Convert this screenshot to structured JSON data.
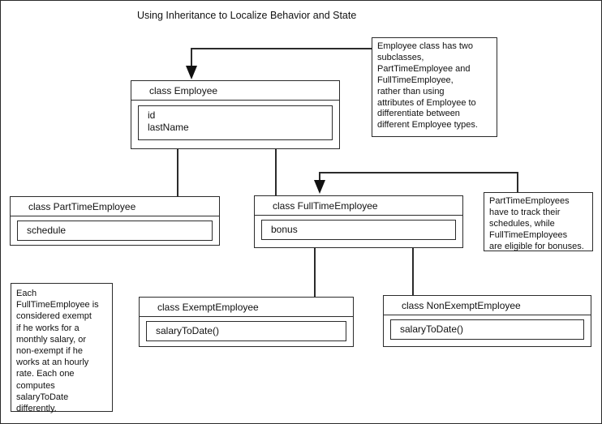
{
  "diagram": {
    "title": "Using Inheritance to Localize Behavior and State",
    "classes": {
      "employee": {
        "label": "class Employee",
        "attributes": "id\nlastName"
      },
      "part_time": {
        "label": "class PartTimeEmployee",
        "attributes": "schedule"
      },
      "full_time": {
        "label": "class FullTimeEmployee",
        "attributes": "bonus"
      },
      "exempt": {
        "label": "class ExemptEmployee",
        "attributes": "salaryToDate()"
      },
      "non_exempt": {
        "label": "class NonExemptEmployee",
        "attributes": "salaryToDate()"
      }
    },
    "annotations": {
      "subclasses_note": "Employee class has two\nsubclasses,\nPartTimeEmployee and\nFullTimeEmployee,\nrather than using\nattributes of Employee to\ndifferentiate between\ndifferent Employee types.",
      "schedules_note": "PartTimeEmployees\nhave to track their\nschedules, while\nFullTimeEmployees\nare eligible for bonuses.",
      "exempt_note": "Each\nFullTimeEmployee is\nconsidered exempt\nif he works for a\nmonthly salary, or\nnon-exempt if he\nworks at an hourly\nrate. Each one\ncomputes\nsalaryToDate\ndifferently."
    },
    "icons": {
      "arrowhead": "filled-down-triangle"
    },
    "colors": {
      "line": "#2b2b2b",
      "text": "#111111",
      "background": "#ffffff"
    }
  }
}
